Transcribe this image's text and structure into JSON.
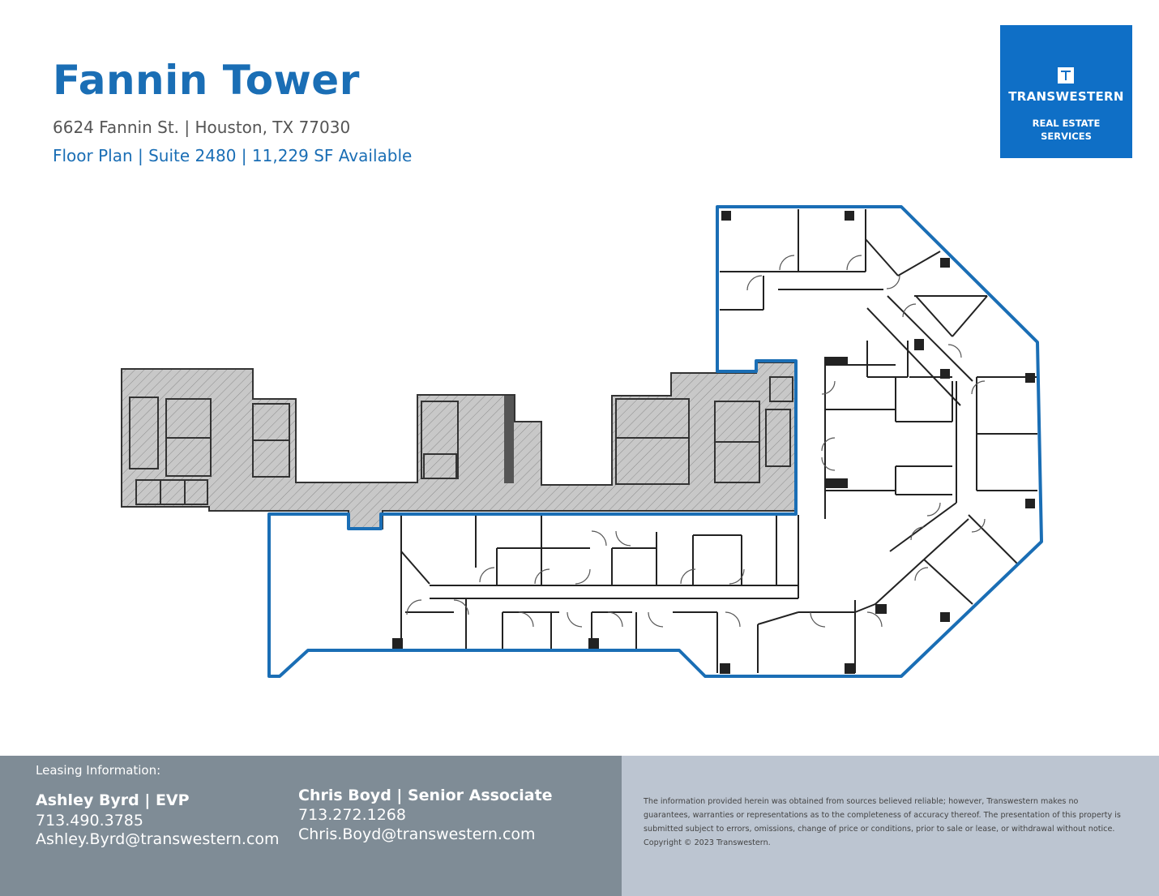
{
  "header": {
    "title": "Fannin Tower",
    "address": "6624 Fannin St. | Houston, TX 77030",
    "subtitle": "Floor Plan | Suite 2480 | 11,229 SF Available"
  },
  "logo": {
    "name": "TRANSWESTERN",
    "tagline_line1": "REAL ESTATE",
    "tagline_line2": "SERVICES",
    "color": "#0f6fc6"
  },
  "floor_plan": {
    "suite_outline_color": "#1a6eb5",
    "core_fill_color": "#c8c8c8"
  },
  "footer": {
    "heading": "Leasing Information:",
    "contacts": [
      {
        "name": "Ashley Byrd | EVP",
        "phone": "713.490.3785",
        "email": "Ashley.Byrd@transwestern.com"
      },
      {
        "name": "Chris Boyd | Senior Associate",
        "phone": "713.272.1268",
        "email": "Chris.Boyd@transwestern.com"
      }
    ],
    "disclaimer": "The information provided herein was obtained from sources believed reliable; however, Transwestern makes no guarantees, warranties or representations as to the completeness of accuracy thereof. The presentation of this property is submitted subject to errors, omissions, change of price or conditions, prior to sale or lease, or withdrawal without notice. Copyright © 2023 Transwestern."
  }
}
